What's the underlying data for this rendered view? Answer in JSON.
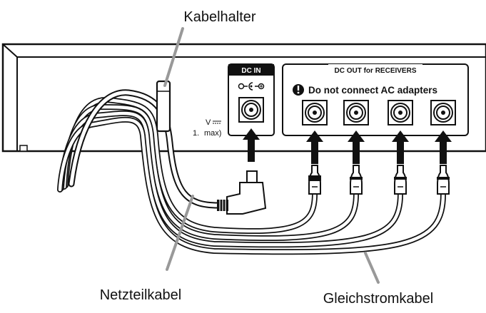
{
  "labels": {
    "cable_holder": "Kabelhalter",
    "power_cable": "Netzteilkabel",
    "dc_cable": "Gleichstromkabel"
  },
  "panel": {
    "dc_in": "DC IN",
    "dc_out": "DC OUT for RECEIVERS",
    "warning": "Do not connect AC adapters",
    "rating_line1": "V",
    "rating_line2": "1.",
    "rating_line3": "max)"
  },
  "icons": {
    "warning": "exclamation-circle-icon",
    "polarity": "dc-polarity-icon"
  },
  "colors": {
    "line": "#111111",
    "device": "#ffffff",
    "cable_fill": "#ffffff",
    "leader": "#999999"
  }
}
